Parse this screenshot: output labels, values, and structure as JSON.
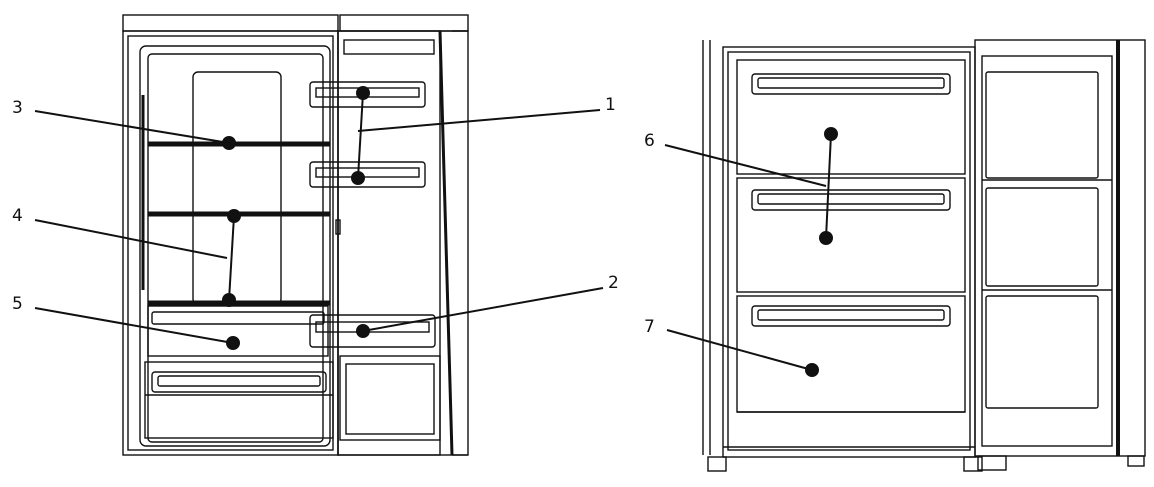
{
  "figure": {
    "fridge_callouts": [
      {
        "number": "1",
        "part": "door-shelves"
      },
      {
        "number": "2",
        "part": "bottom-door-shelf"
      },
      {
        "number": "3",
        "part": "glass-shelf-upper"
      },
      {
        "number": "4",
        "part": "glass-shelves-lower"
      },
      {
        "number": "5",
        "part": "crisper-cover"
      }
    ],
    "freezer_callouts": [
      {
        "number": "6",
        "part": "freezer-drawers-upper"
      },
      {
        "number": "7",
        "part": "freezer-drawer-bottom"
      }
    ],
    "colors": {
      "line": "#111111",
      "background": "#ffffff",
      "panel": "#f4f4f4"
    }
  }
}
